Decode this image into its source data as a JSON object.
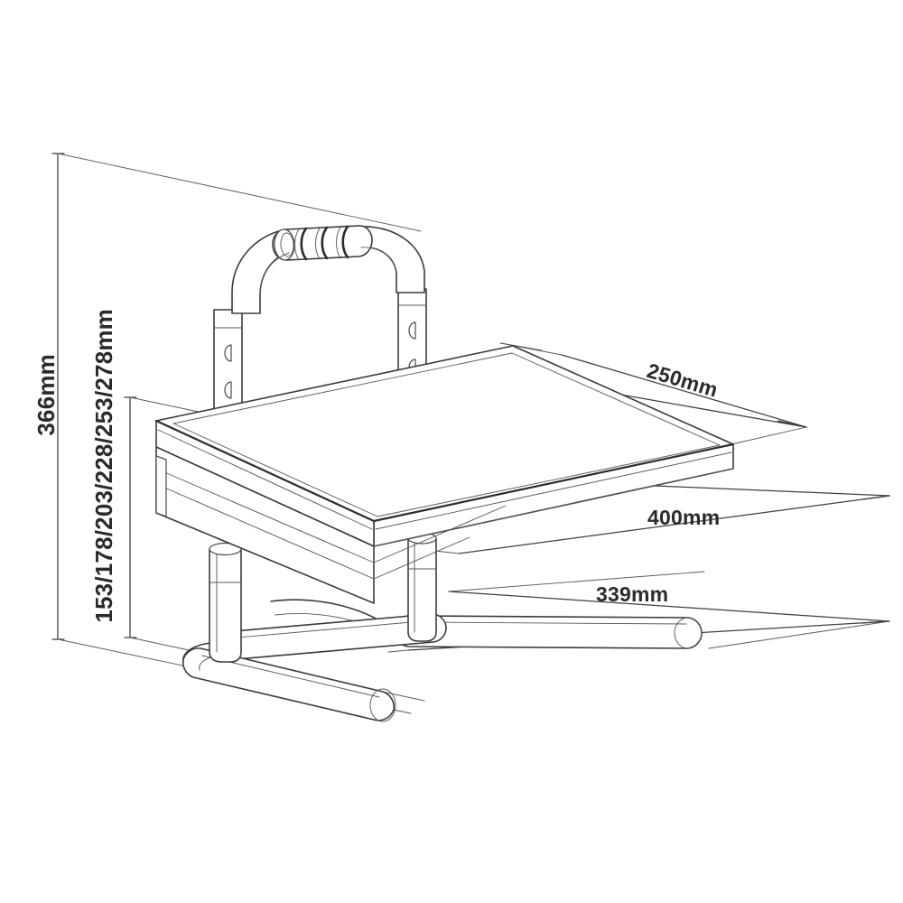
{
  "drawing": {
    "title": "Adjustable Height Footrest Technical Drawing",
    "view": "isometric-dimensioned",
    "background_color": "#ffffff",
    "line_color": "#3b3b3b",
    "text_color": "#2b2b2b",
    "units": "mm"
  },
  "dimensions": {
    "overall_height": {
      "label": "366mm",
      "value": 366,
      "unit": "mm",
      "orientation": "vertical",
      "description": "overall height including handle"
    },
    "platform_height_steps": {
      "label": "153/178/203/228/253/278mm",
      "values": [
        153,
        178,
        203,
        228,
        253,
        278
      ],
      "unit": "mm",
      "orientation": "vertical",
      "description": "adjustable platform height settings"
    },
    "depth": {
      "label": "250mm",
      "value": 250,
      "unit": "mm",
      "orientation": "diagonal-depth",
      "description": "platform depth"
    },
    "width": {
      "label": "400mm",
      "value": 400,
      "unit": "mm",
      "orientation": "horizontal-width",
      "description": "platform width"
    },
    "base_depth": {
      "label": "339mm",
      "value": 339,
      "unit": "mm",
      "orientation": "horizontal-base",
      "description": "base leg span"
    }
  },
  "components": {
    "handle": {
      "name": "handle-bar",
      "grip_ribs": 3,
      "description": "curved tubular grab handle with ribbed foam grip"
    },
    "posts": {
      "name": "telescoping-posts",
      "count": 2,
      "adjustment_holes_per_post": 2,
      "description": "telescoping vertical support posts with pin holes"
    },
    "platform": {
      "name": "footrest-platform",
      "description": "flat rectangular tread platform with front lip rail"
    },
    "legs": {
      "name": "front-legs",
      "count": 2,
      "description": "telescoping front legs supporting platform"
    },
    "base": {
      "name": "tubular-base-frame",
      "description": "curved tubular base frame with rounded end caps"
    }
  }
}
